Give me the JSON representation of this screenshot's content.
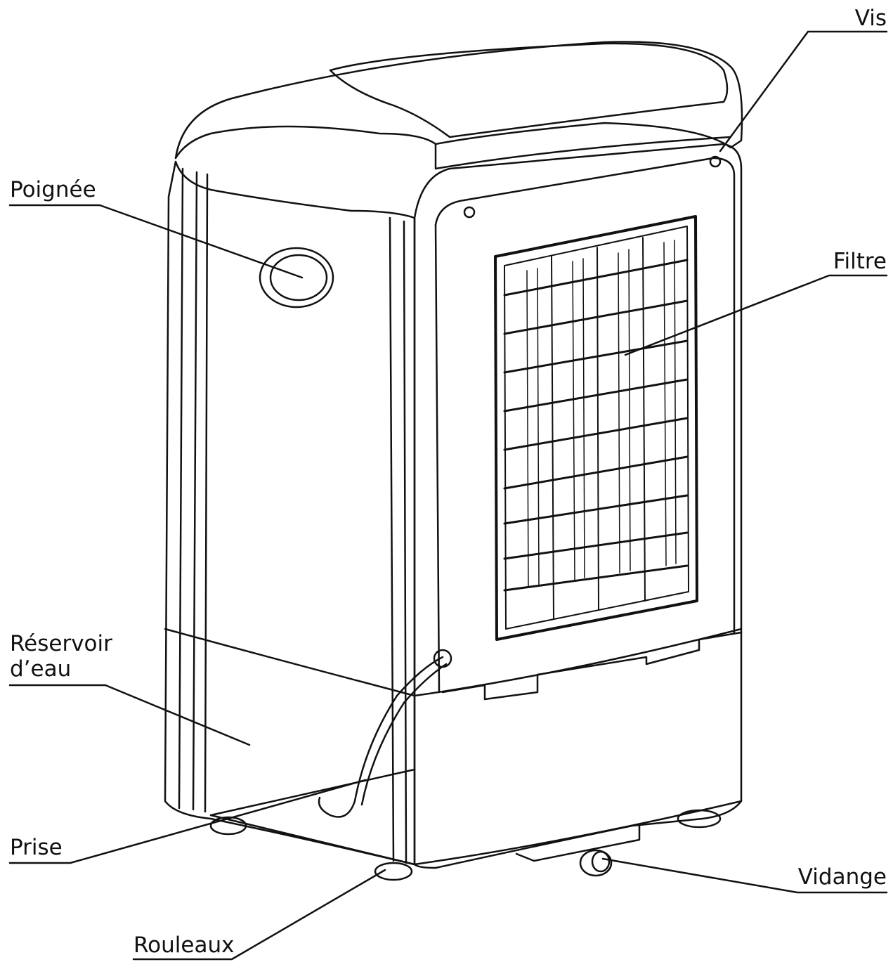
{
  "labels": {
    "vis": "Vis",
    "poignee": "Poignée",
    "filtre": "Filtre",
    "reservoir_line1": "Réservoir",
    "reservoir_line2": "d’eau",
    "prise": "Prise",
    "vidange": "Vidange",
    "rouleaux": "Rouleaux"
  },
  "colors": {
    "line": "#111111",
    "background": "#ffffff"
  }
}
